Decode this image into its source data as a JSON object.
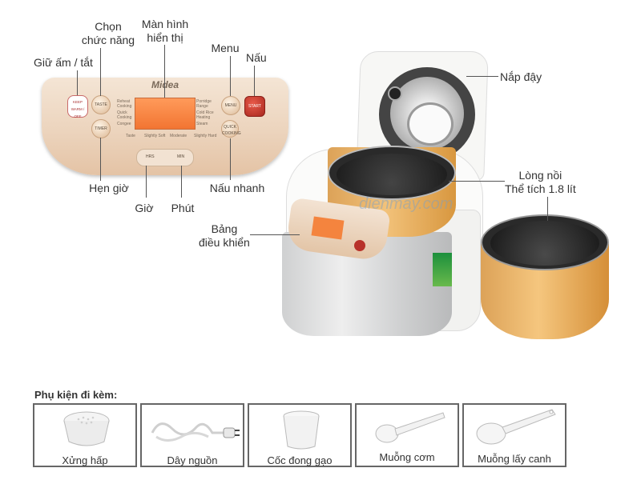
{
  "panel": {
    "brand": "Midea",
    "keep_warm_btn": "KEEP WARM / OFF",
    "taste_btn": "TASTE",
    "timer_btn": "TIMER",
    "menu_btn": "MENU",
    "quick_btn": "QUICK COOKING",
    "start_btn": "START",
    "hrs": "HRS",
    "min": "MIN",
    "menu_left": [
      "Reheat Cooking",
      "Quick Cooking",
      "Congee"
    ],
    "menu_right": [
      "Porridge Range",
      "Cold Rice Heating",
      "Steam"
    ],
    "taste_row": [
      "Taste",
      "Slightly Soft",
      "Moderate",
      "Slightly Hard"
    ]
  },
  "labels": {
    "chon_chuc_nang": [
      "Chọn",
      "chức năng"
    ],
    "man_hinh": [
      "Màn hình",
      "hiển thị"
    ],
    "menu": "Menu",
    "nau": "Nấu",
    "giu_am": "Giữ ấm / tắt",
    "hen_gio": "Hẹn giờ",
    "gio": "Giờ",
    "phut": "Phút",
    "nau_nhanh": "Nấu nhanh",
    "nap_day": "Nắp đậy",
    "long_noi": [
      "Lòng nồi",
      "Thể tích 1.8 lít"
    ],
    "bang_dieu_khien": [
      "Bảng",
      "điều khiển"
    ]
  },
  "watermark": "dienmay.com",
  "accessories": {
    "title": "Phụ kiện đi kèm:",
    "items": [
      {
        "name": "Xửng hấp",
        "icon": "steamer-tray-icon"
      },
      {
        "name": "Dây nguồn",
        "icon": "power-cord-icon"
      },
      {
        "name": "Cốc đong gạo",
        "icon": "measuring-cup-icon"
      },
      {
        "name": "Muỗng cơm",
        "icon": "rice-paddle-icon"
      },
      {
        "name": "Muỗng lấy canh",
        "icon": "soup-ladle-icon"
      }
    ]
  },
  "colors": {
    "lcd": "#f27532",
    "start": "#a8281f",
    "pot": "#f2c27a",
    "panel": "#ecd4bd"
  }
}
